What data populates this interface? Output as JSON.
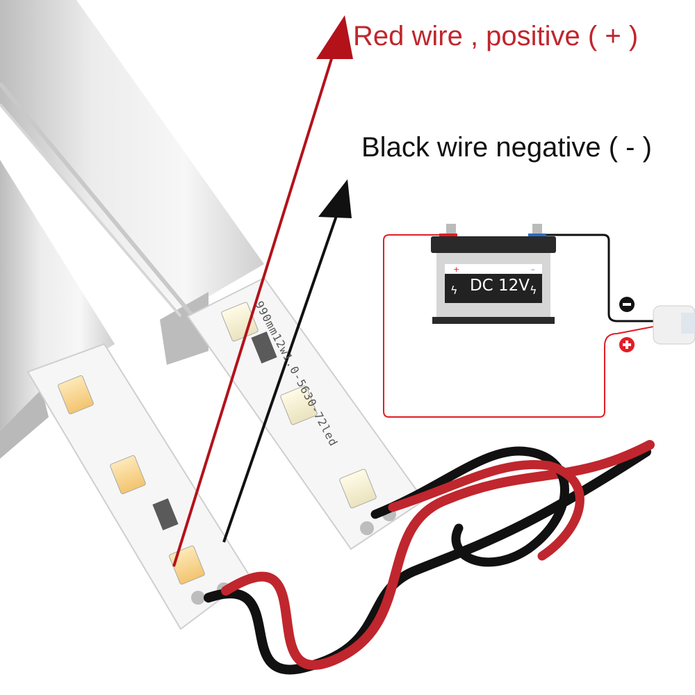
{
  "labels": {
    "red_wire": "Red wire ,  positive (  + )",
    "black_wire": "Black wire negative (  - )"
  },
  "battery": {
    "label": "DC 12V"
  },
  "strip": {
    "printed_code": "990mm12w1.0-5630-72led"
  },
  "colors": {
    "positive": "#c0262d",
    "negative": "#111111",
    "circuit_positive": "#e21d25"
  },
  "icons": [
    "arrow-up-icon",
    "battery-icon",
    "minus-icon",
    "plus-icon",
    "led-chip-icon"
  ]
}
